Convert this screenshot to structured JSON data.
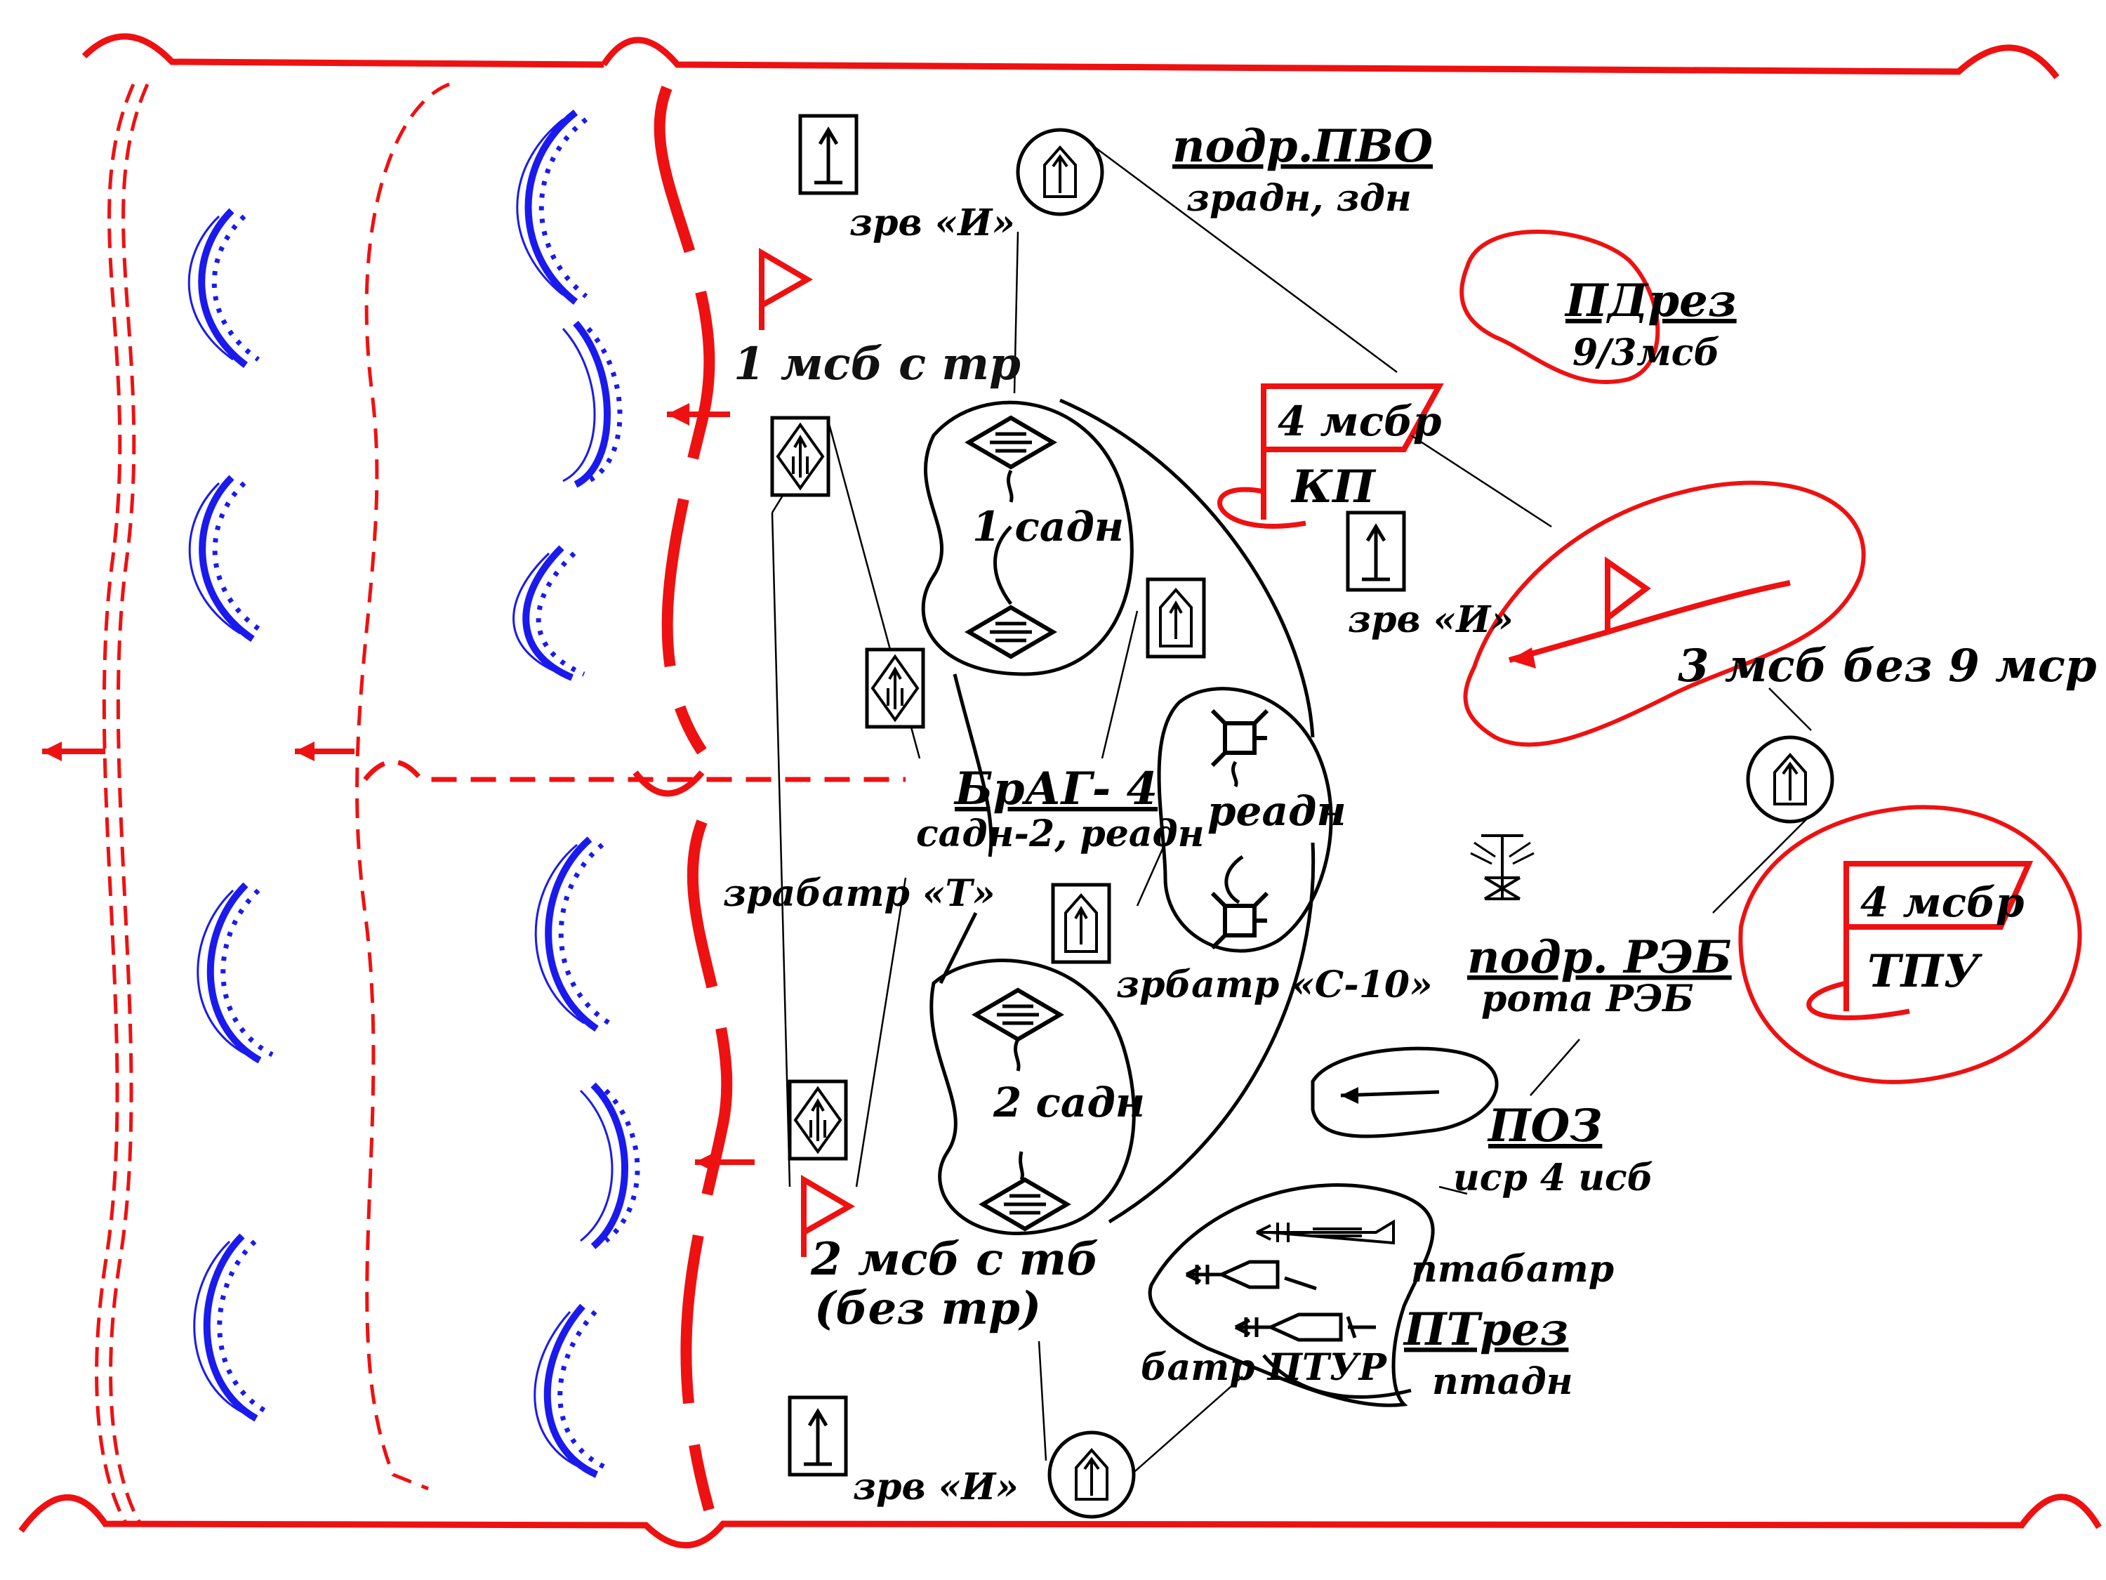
{
  "labels": {
    "zrv_top": "зрв «И»",
    "podr_pvo": "подр.ПВО",
    "zradn_zdn": "зрадн, здн",
    "msb1": "1 мсб с тр",
    "pdrez": "ПДрез",
    "msb9_3": "9/3мсб",
    "msbr_kp": "4 мсбр",
    "kp": "КП",
    "zrv_mid": "зрв «И»",
    "sadn1": "1 садн",
    "msb3": "3 мсб без 9 мср",
    "brag": "БрАГ- 4",
    "brag_sub": "садн-2, реадн",
    "readn": "реадн",
    "zrabatr_t": "зрабатр «Т»",
    "podr_reb": "подр. РЭБ",
    "rota_reb": "рота РЭБ",
    "msbr_tpu": "4 мсбр",
    "tpu": "ТПУ",
    "zrbatr_s10": "зрбатр «С-10»",
    "sadn2": "2 садн",
    "poz": "ПОЗ",
    "isr": "иср 4 исб",
    "msb2_line1": "2 мсб с тб",
    "msb2_line2": "(без тр)",
    "ptabatr": "птабатр",
    "ptrez": "ПТрез",
    "batr_ptur": "батр ПТУР",
    "ptadn": "птадн",
    "zrv_bottom": "зрв «И»"
  },
  "colors": {
    "boundary": "#ee1111",
    "enemy": "#1a1aee",
    "own": "#000000"
  }
}
